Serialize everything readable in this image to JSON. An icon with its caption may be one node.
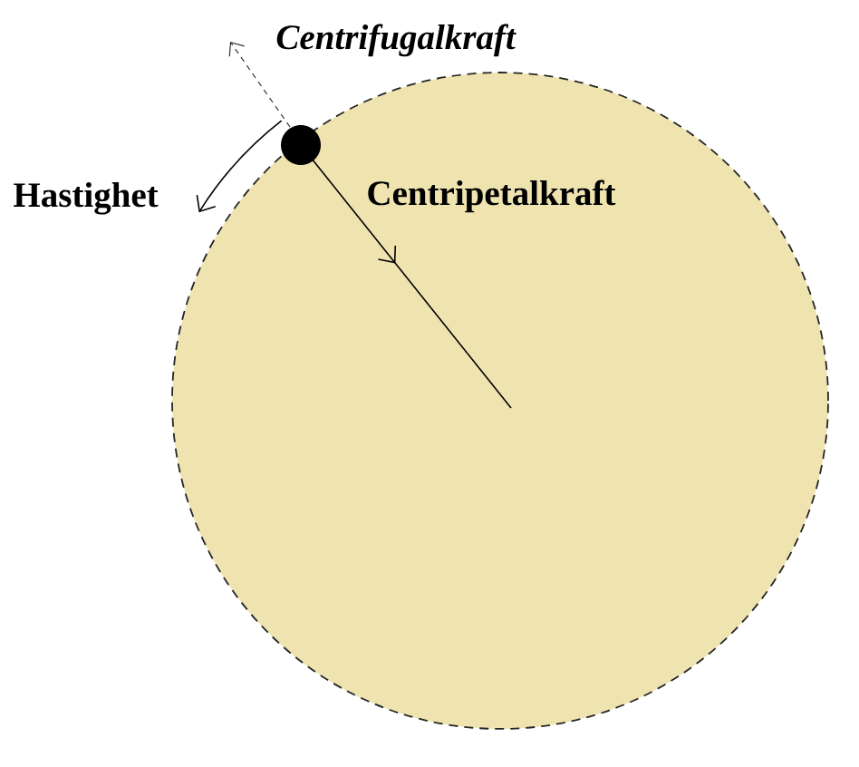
{
  "diagram": {
    "labels": [
      "Centrifugalkraft",
      "Hastighet",
      "Centripetalkraft"
    ]
  }
}
